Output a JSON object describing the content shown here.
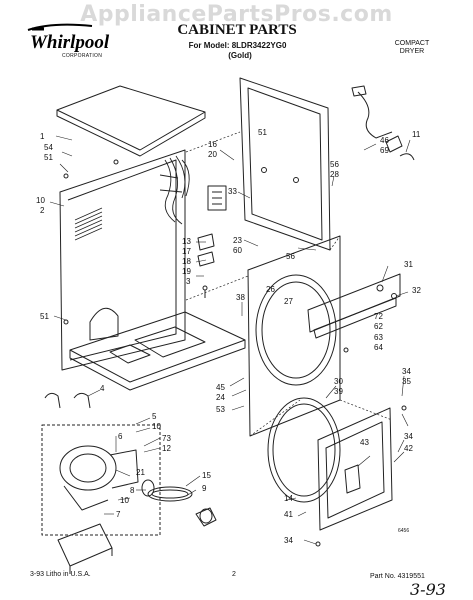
{
  "watermark": "AppliancePartsPros.com",
  "brand": {
    "name": "Whirlpool",
    "sub": "CORPORATION"
  },
  "header": {
    "title": "CABINET PARTS",
    "model": "For Model: 8LDR3422YG0",
    "color": "(Gold)",
    "type_line1": "COMPACT",
    "type_line2": "DRYER"
  },
  "footer": {
    "left": "3-93 Litho in U.S.A.",
    "page": "2",
    "part": "Part No. 4319551",
    "handwritten": "3-93",
    "figure_code": "6456"
  },
  "callouts": [
    {
      "id": "c1",
      "text": "1"
    },
    {
      "id": "c54",
      "text": "54"
    },
    {
      "id": "c51a",
      "text": "51"
    },
    {
      "id": "c10a",
      "text": "10"
    },
    {
      "id": "c2",
      "text": "2"
    },
    {
      "id": "c51b",
      "text": "51"
    },
    {
      "id": "c16",
      "text": "16"
    },
    {
      "id": "c20",
      "text": "20"
    },
    {
      "id": "c33",
      "text": "33"
    },
    {
      "id": "c13",
      "text": "13"
    },
    {
      "id": "c17",
      "text": "17"
    },
    {
      "id": "c18",
      "text": "18"
    },
    {
      "id": "c19",
      "text": "19"
    },
    {
      "id": "c3",
      "text": "3"
    },
    {
      "id": "c23",
      "text": "23"
    },
    {
      "id": "c60",
      "text": "60"
    },
    {
      "id": "c51c",
      "text": "51"
    },
    {
      "id": "c56a",
      "text": "56"
    },
    {
      "id": "c28",
      "text": "28"
    },
    {
      "id": "c56b",
      "text": "56"
    },
    {
      "id": "c46",
      "text": "46"
    },
    {
      "id": "c69",
      "text": "69"
    },
    {
      "id": "c11",
      "text": "11"
    },
    {
      "id": "c31",
      "text": "31"
    },
    {
      "id": "c32",
      "text": "32"
    },
    {
      "id": "c38",
      "text": "38"
    },
    {
      "id": "c26",
      "text": "26"
    },
    {
      "id": "c27",
      "text": "27"
    },
    {
      "id": "c72",
      "text": "72"
    },
    {
      "id": "c62",
      "text": "62"
    },
    {
      "id": "c63",
      "text": "63"
    },
    {
      "id": "c64",
      "text": "64"
    },
    {
      "id": "c45",
      "text": "45"
    },
    {
      "id": "c24",
      "text": "24"
    },
    {
      "id": "c53",
      "text": "53"
    },
    {
      "id": "c30",
      "text": "30"
    },
    {
      "id": "c39",
      "text": "39"
    },
    {
      "id": "c34a",
      "text": "34"
    },
    {
      "id": "c35",
      "text": "35"
    },
    {
      "id": "c4",
      "text": "4"
    },
    {
      "id": "c5",
      "text": "5"
    },
    {
      "id": "c10b",
      "text": "10"
    },
    {
      "id": "c6",
      "text": "6"
    },
    {
      "id": "c73",
      "text": "73"
    },
    {
      "id": "c12",
      "text": "12"
    },
    {
      "id": "c21",
      "text": "21"
    },
    {
      "id": "c8",
      "text": "8"
    },
    {
      "id": "c10c",
      "text": "10"
    },
    {
      "id": "c7",
      "text": "7"
    },
    {
      "id": "c15",
      "text": "15"
    },
    {
      "id": "c9",
      "text": "9"
    },
    {
      "id": "c43",
      "text": "43"
    },
    {
      "id": "c34b",
      "text": "34"
    },
    {
      "id": "c42",
      "text": "42"
    },
    {
      "id": "c14",
      "text": "14"
    },
    {
      "id": "c41",
      "text": "41"
    },
    {
      "id": "c34c",
      "text": "34"
    }
  ]
}
